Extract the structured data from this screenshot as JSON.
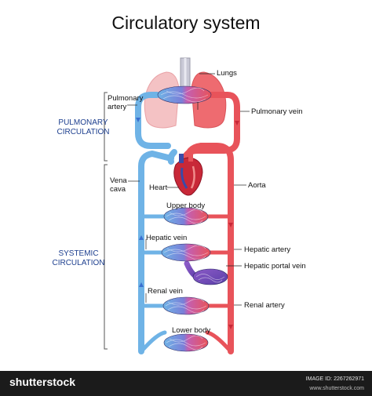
{
  "title": "Circulatory system",
  "sections": {
    "pulmonary": [
      "PULMONARY",
      "CIRCULATION"
    ],
    "systemic": [
      "SYSTEMIC",
      "CIRCULATION"
    ]
  },
  "labels": {
    "lungs": "Lungs",
    "pulmonary_artery": [
      "Pulmonary",
      "artery"
    ],
    "pulmonary_vein": "Pulmonary vein",
    "vena_cava": [
      "Vena",
      "cava"
    ],
    "heart": "Heart",
    "aorta": "Aorta",
    "upper_body": "Upper body",
    "hepatic_vein": "Hepatic vein",
    "hepatic_artery": "Hepatic artery",
    "hepatic_portal_vein": "Hepatic portal vein",
    "renal_vein": "Renal vein",
    "renal_artery": "Renal artery",
    "lower_body": "Lower body"
  },
  "footer": {
    "brand": "shutterstock",
    "image_id": "IMAGE ID: 2267262971",
    "site": "www.shutterstock.com"
  },
  "colors": {
    "oxygenated": "#e8535a",
    "deoxygenated": "#6fb3e6",
    "section_text": "#1d3f8f"
  }
}
